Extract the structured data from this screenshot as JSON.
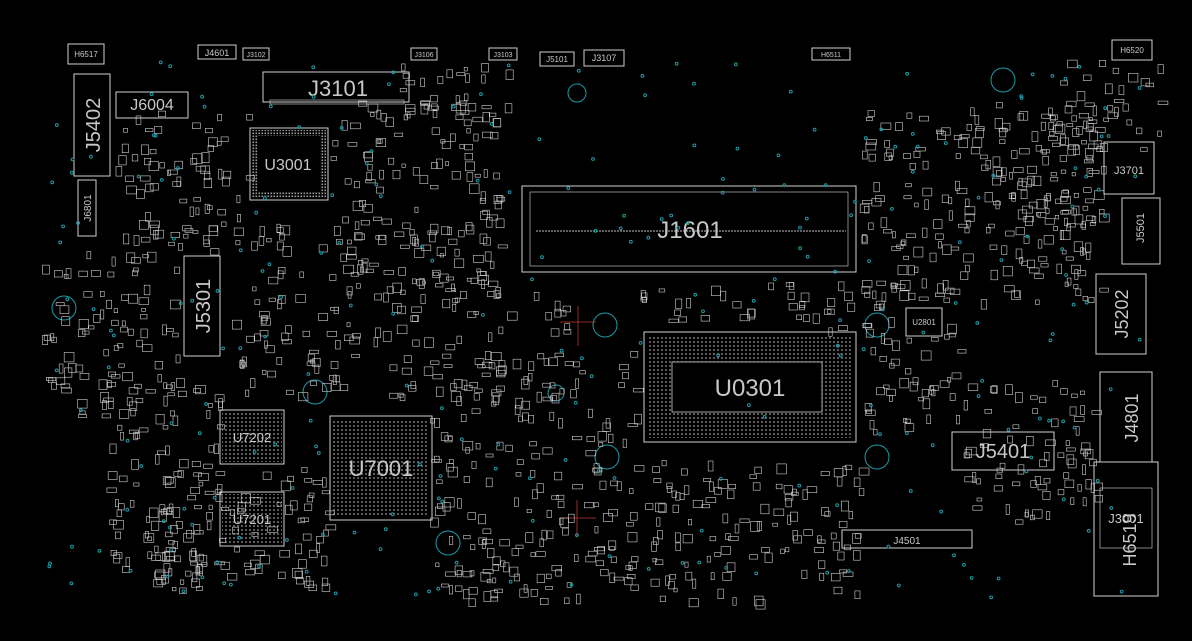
{
  "board": {
    "background": "#000000",
    "outline_color": "#d0d0d0",
    "via_color": "#1f9aa6",
    "marker_color": "#c0392b"
  },
  "labels": {
    "J3101": "J3101",
    "J1601": "J1601",
    "U0301": "U0301",
    "U3001": "U3001",
    "U7001": "U7001",
    "U7202": "U7202",
    "U7201": "U7201",
    "J5402": "J5402",
    "J6004": "J6004",
    "J5301": "J5301",
    "J5401": "J5401",
    "J5202": "J5202",
    "J4801": "J4801",
    "J3701": "J3701",
    "J5501": "J5501",
    "J4501": "J4501",
    "J6801": "J6801",
    "J4601": "J4601",
    "J3102": "J3102",
    "J3106": "J3106",
    "J3103": "J3103",
    "J5101": "J5101",
    "J3107": "J3107",
    "H6517": "H6517",
    "H6520": "H6520",
    "H6511": "H6511",
    "H6519": "H6519",
    "J3001": "J3001",
    "U2801": "U2801"
  }
}
